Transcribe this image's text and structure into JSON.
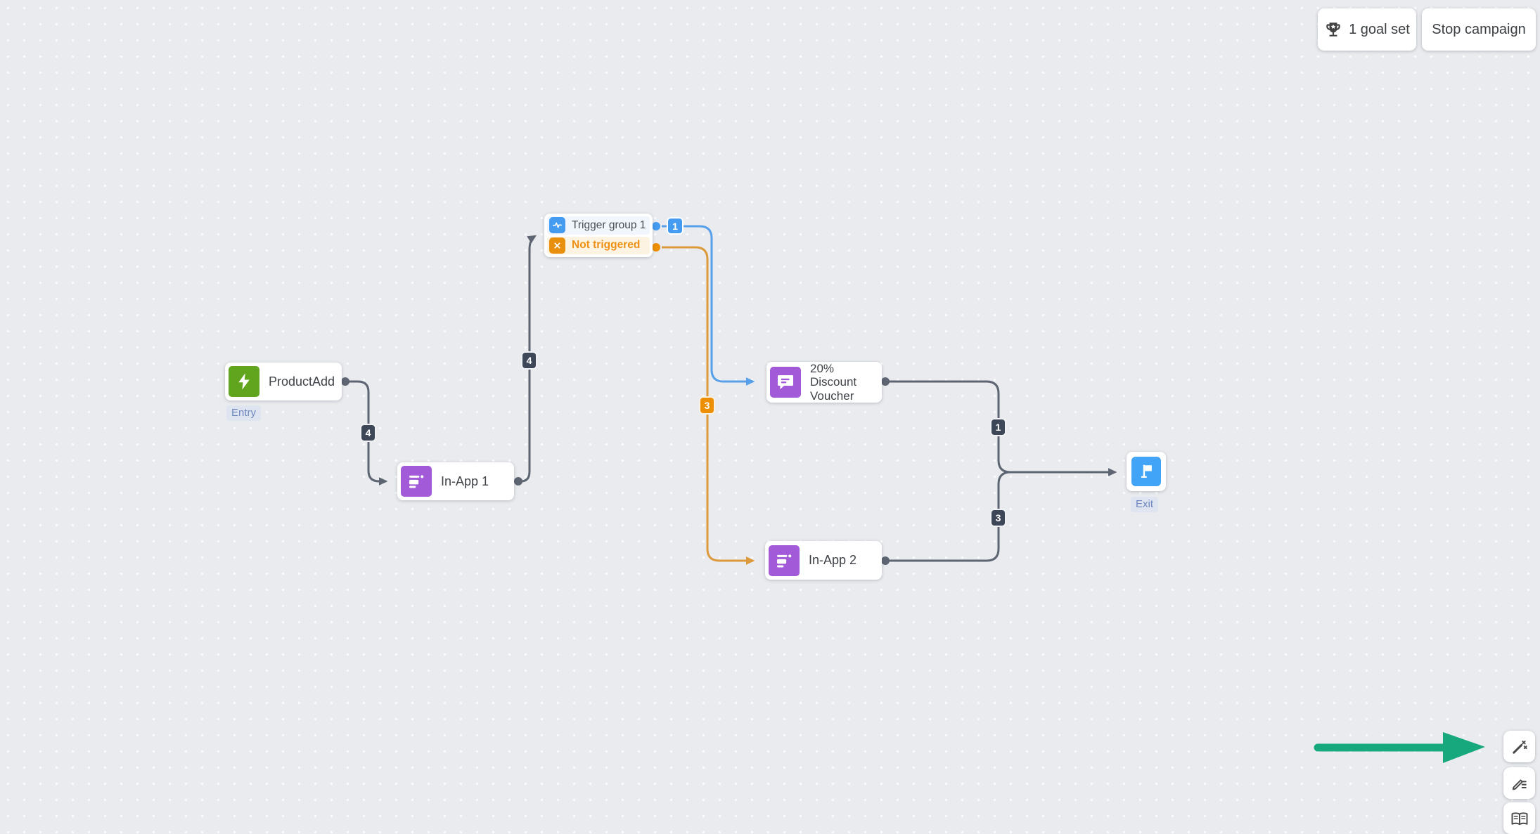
{
  "colors": {
    "canvas-bg": "#e9ebee",
    "dot": "#f8fafc",
    "edge-gray": "#5d6572",
    "edge-blue": "#58a0ea",
    "edge-orange": "#dd9a3c",
    "badge-dark": "#3d4757",
    "badge-blue": "#449bf0",
    "badge-orange": "#ec8f04",
    "node-green": "#61a41d",
    "node-purple": "#a35ad8",
    "node-blue": "#41a4f6",
    "icon-orange": "#e8900e",
    "text-dark": "#3f4348",
    "text-orange": "#ed9014",
    "tag-text": "#6d87bd",
    "tag-bg": "#dee4f0",
    "trigger-row-blue-bg": "#f1f6fc",
    "trigger-row-orange-bg": "#fdf3e2",
    "annotation-green": "#18a87e",
    "toolbar-icon": "#424242"
  },
  "toolbar": {
    "goal_label": "1 goal set",
    "stop_label": "Stop campaign"
  },
  "flow": {
    "entry_node": {
      "label": "ProductAdd",
      "tag": "Entry"
    },
    "inapp1_node": {
      "label": "In-App 1"
    },
    "trigger_node": {
      "triggered_label": "Trigger group 1",
      "not_triggered_label": "Not triggered"
    },
    "voucher_node": {
      "label": "20% Discount Voucher"
    },
    "inapp2_node": {
      "label": "In-App 2"
    },
    "exit_node": {
      "tag": "Exit"
    },
    "badges": {
      "entry_to_inapp1": "4",
      "inapp1_to_trigger": "4",
      "triggered_out": "1",
      "not_triggered_out": "3",
      "voucher_to_exit": "1",
      "inapp2_to_exit": "3"
    }
  },
  "icons": {
    "trophy-icon": "🏆",
    "lightning-icon": "⚡",
    "in-app-message-icon": "▤",
    "pulse-icon": "∿",
    "x-icon": "✕",
    "message-bubble-icon": "💬",
    "flag-icon": "⚑",
    "magic-wand-icon": "✨",
    "edit-note-icon": "✎",
    "book-icon": "📖",
    "annotation-arrow-icon": "→"
  }
}
